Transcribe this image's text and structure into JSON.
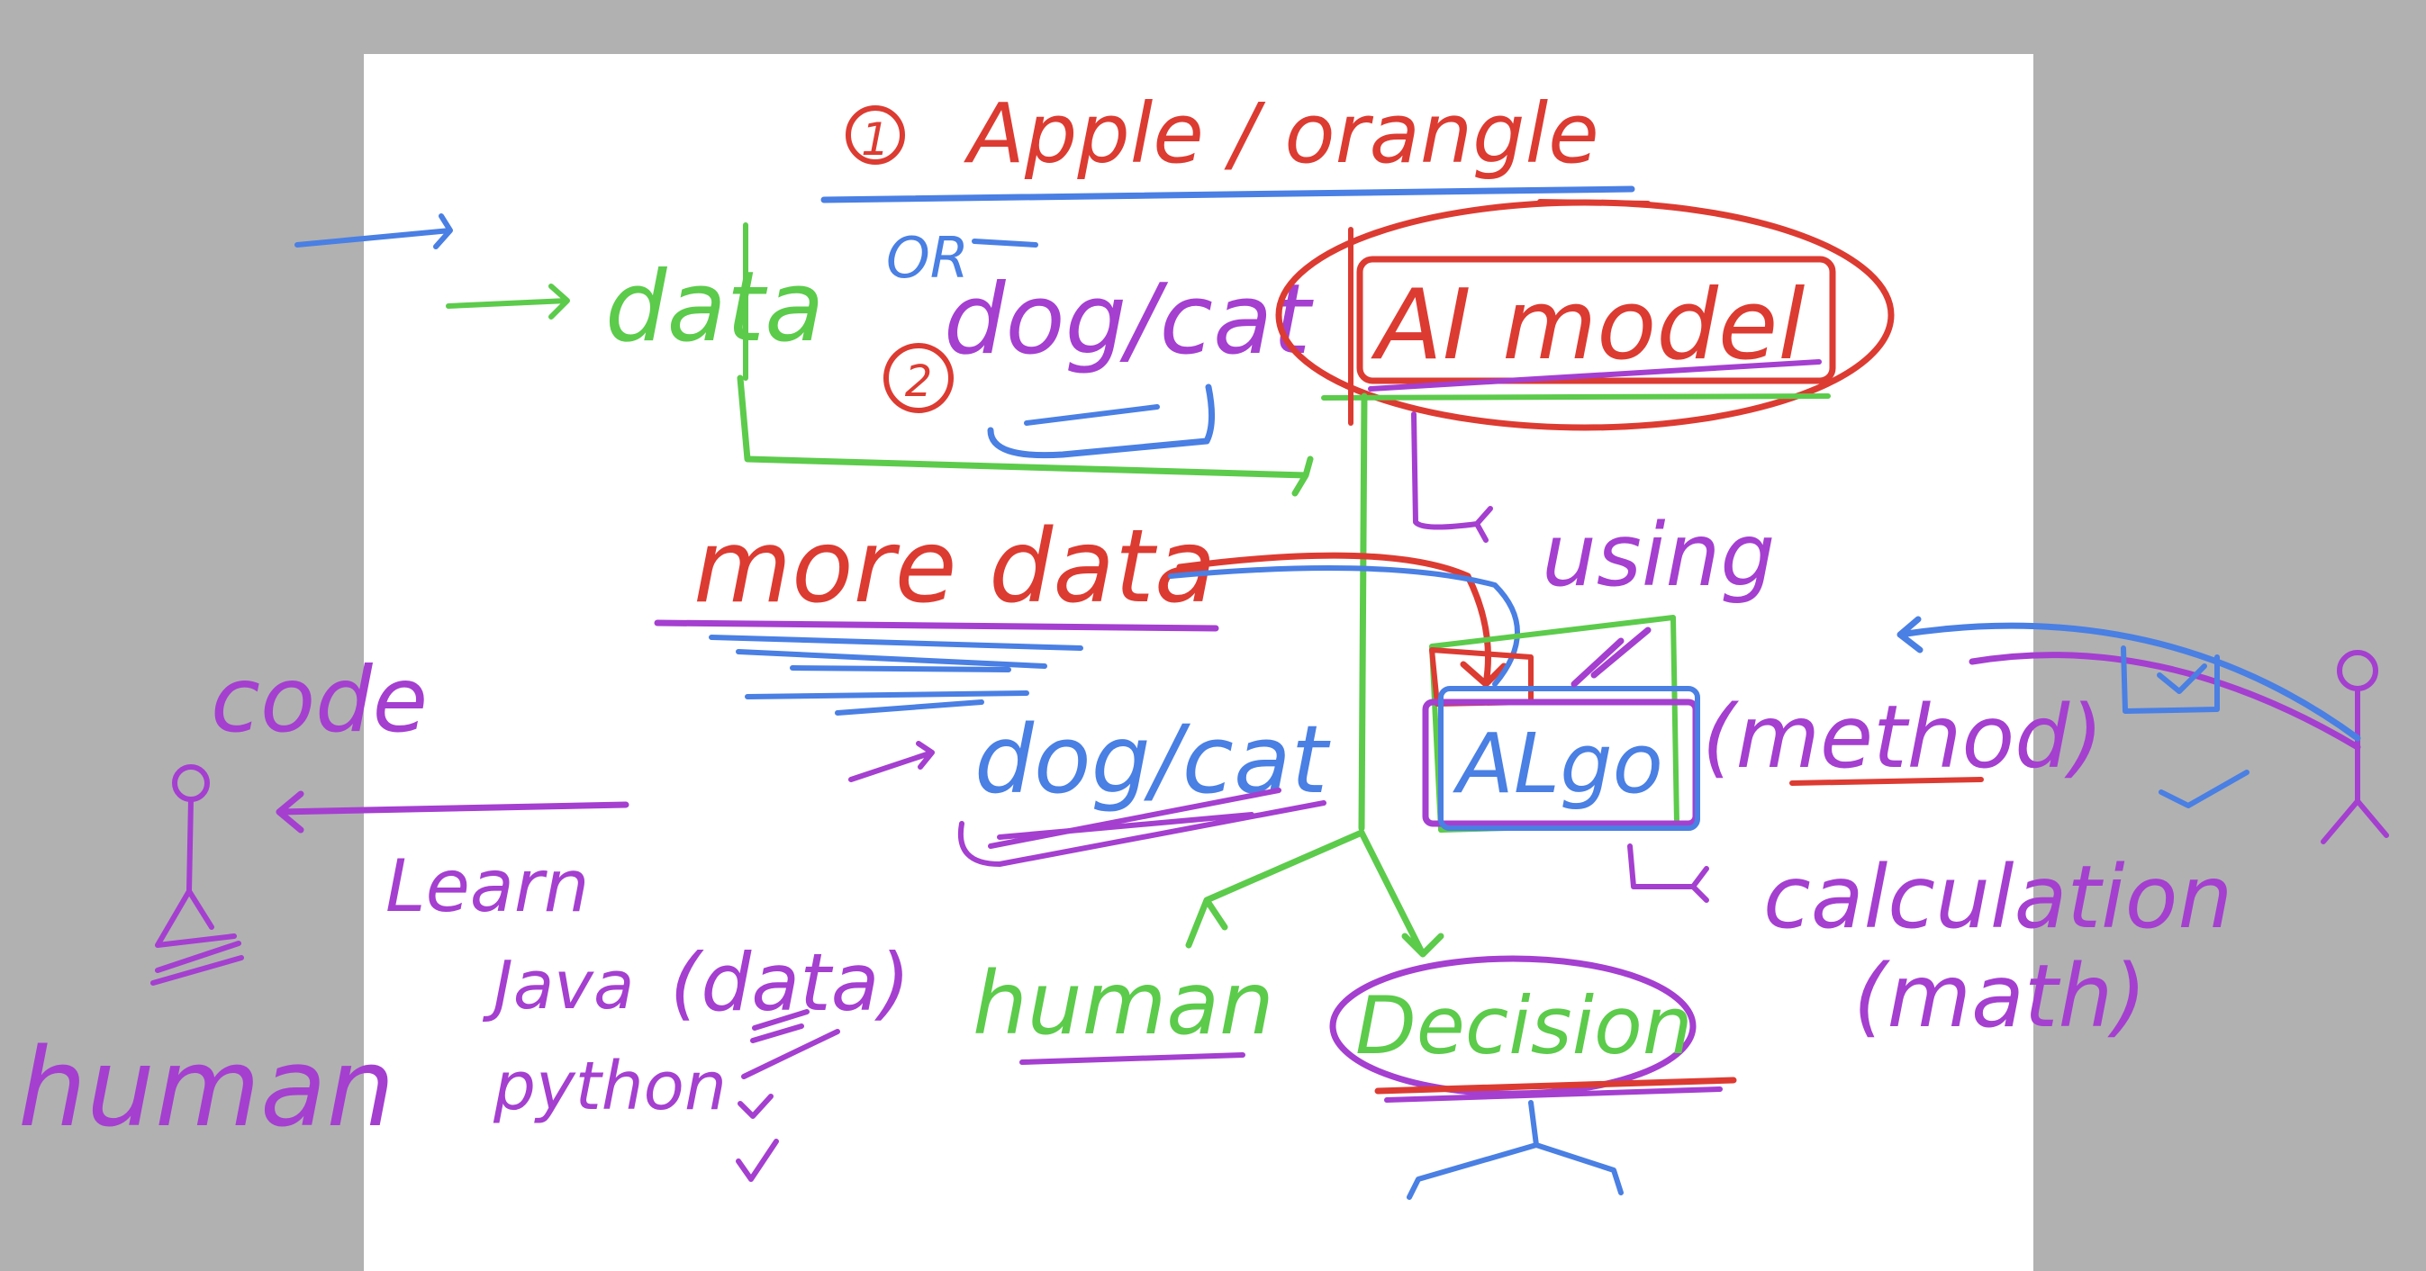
{
  "labels": {
    "step_one_marker": "1",
    "title": "Apple / orangle",
    "or": "OR",
    "step_two_marker": "2",
    "dog_cat_top": "dog/cat",
    "data": "data",
    "ai_model": "AI model",
    "more_data": "more data",
    "using": "using",
    "algo": "ALgo",
    "method": "(method)",
    "dog_cat_mid": "dog/cat",
    "code": "code",
    "learn": "Learn",
    "java": "Java",
    "python": "python",
    "data_paren": "(data)",
    "human_left": "human",
    "human_mid": "human",
    "decision": "Decision",
    "calculation": "calculation",
    "math": "(math)"
  },
  "colors": {
    "background_gray": "#b1b1b1",
    "paper": "#ffffff",
    "red": "#dc3b32",
    "blue": "#4a7fe3",
    "green": "#5ccb4b",
    "purple": "#a43fd0"
  }
}
